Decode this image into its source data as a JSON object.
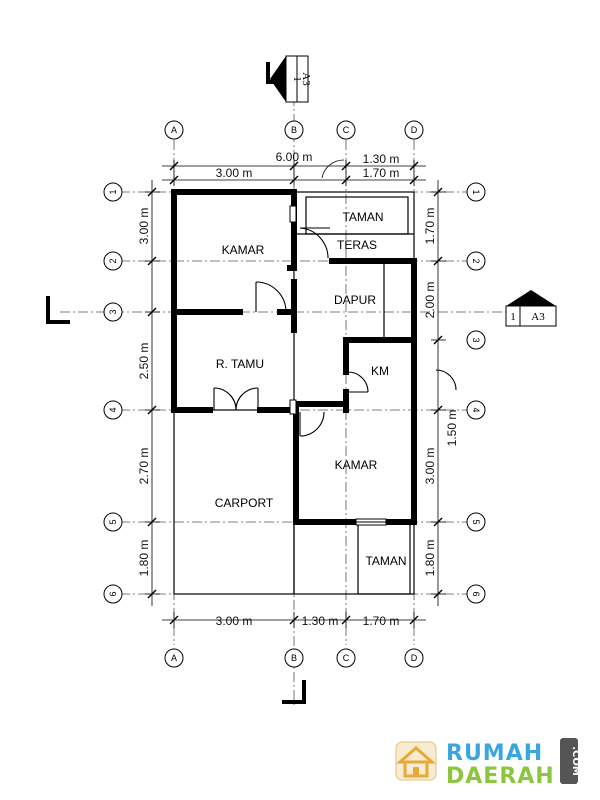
{
  "rooms": {
    "kamar_1": "KAMAR",
    "taman_top": "TAMAN",
    "teras": "TERAS",
    "dapur": "DAPUR",
    "r_tamu": "R. TAMU",
    "km": "KM",
    "kamar_2": "KAMAR",
    "carport": "CARPORT",
    "taman_bottom": "TAMAN"
  },
  "grid_columns": [
    "A",
    "B",
    "C",
    "D"
  ],
  "grid_rows": [
    "1",
    "2",
    "3",
    "4",
    "5",
    "6"
  ],
  "dimensions": {
    "top_total": "6.00 m",
    "top_a_b": "3.00 m",
    "top_c_d_upper": "1.30 m",
    "top_c_d_lower": "1.70 m",
    "bottom_a_b": "3.00 m",
    "bottom_b_c": "1.30 m",
    "bottom_c_d": "1.70 m",
    "left_1_2": "3.00 m",
    "left_3_4": "2.50 m",
    "left_4_5": "2.70 m",
    "left_5_6": "1.80 m",
    "right_1_2": "1.70 m",
    "right_2_3": "2.00 m",
    "right_3_4": "1.50 m",
    "right_4_5": "3.00 m",
    "right_5_6": "1.80 m"
  },
  "section_markers": {
    "top": {
      "number": "1",
      "sheet": "A3"
    },
    "right": {
      "number": "1",
      "sheet": "A3"
    }
  },
  "logo": {
    "word_1": "RUMAH",
    "word_2": "DAERAH",
    "suffix": ".COM",
    "color_1": "#3aa6e0",
    "color_2": "#8cc63f",
    "house_color": "#e9a93a"
  }
}
